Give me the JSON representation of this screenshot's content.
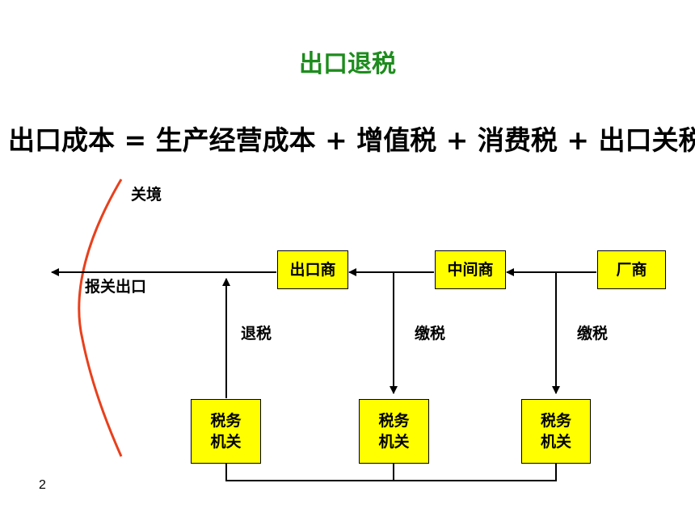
{
  "title": "出口退税",
  "formula": "出口成本 = 生产经营成本 + 增值税 + 消费税 + 出口关税",
  "border_label": "关境",
  "export_label": "报关出口",
  "nodes": {
    "exporter": "出口商",
    "intermediary": "中间商",
    "manufacturer": "厂商",
    "tax_office_1": "税务机关",
    "tax_office_2": "税务机关",
    "tax_office_3": "税务机关"
  },
  "edges": {
    "refund": "退税",
    "payment_1": "缴税",
    "payment_2": "缴税"
  },
  "page_number": "2",
  "colors": {
    "title": "#1e8c1e",
    "box_fill": "#ffff00",
    "border_curve": "#e8401c",
    "line": "#000000"
  }
}
